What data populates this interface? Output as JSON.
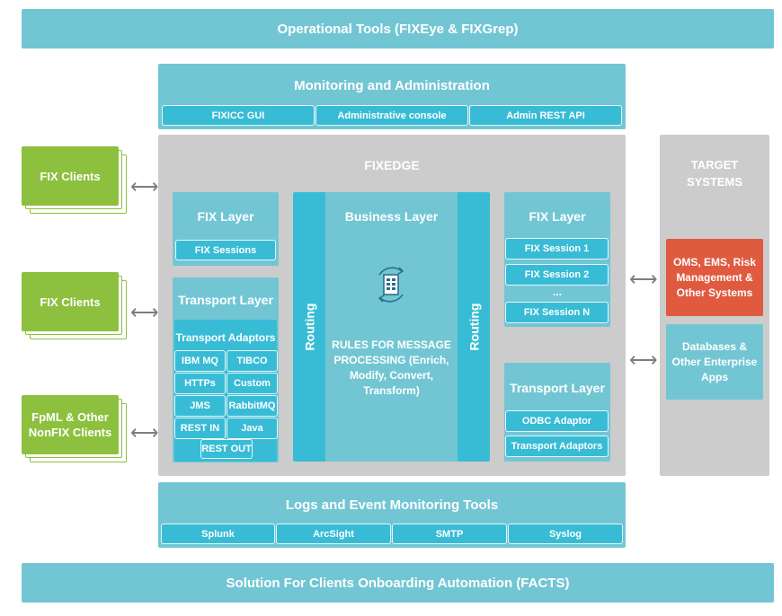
{
  "top_bar": "Operational Tools (FIXEye & FIXGrep)",
  "bottom_bar": "Solution For Clients Onboarding Automation (FACTS)",
  "monitoring": {
    "title": "Monitoring and Administration",
    "items": [
      "FIXICC GUI",
      "Administrative console",
      "Admin REST API"
    ]
  },
  "fixedge": {
    "title": "FIXEDGE"
  },
  "left_fix_layer": {
    "title": "FIX Layer",
    "sessions": "FIX Sessions"
  },
  "left_transport": {
    "title": "Transport Layer",
    "adaptors_title": "Transport Adaptors",
    "adaptors": [
      "IBM MQ",
      "TIBCO",
      "HTTPs",
      "Custom",
      "JMS",
      "RabbitMQ",
      "REST IN",
      "Java",
      "REST OUT"
    ]
  },
  "business": {
    "title": "Business Layer",
    "routing_left": "Routing",
    "routing_right": "Routing",
    "rules": "RULES FOR MESSAGE PROCESSING (Enrich, Modify, Convert, Transform)"
  },
  "right_fix_layer": {
    "title": "FIX Layer",
    "sessions": [
      "FIX Session 1",
      "FIX Session 2",
      "...",
      "FIX Session N"
    ]
  },
  "right_transport": {
    "title": "Transport Layer",
    "items": [
      "ODBC Adaptor",
      "Transport Adaptors"
    ]
  },
  "target": {
    "title": "TARGET SYSTEMS",
    "oms": "OMS, EMS, Risk Management & Other Systems",
    "db": "Databases & Other Enterprise Apps"
  },
  "clients": [
    "FIX Clients",
    "FIX Clients",
    "FpML & Other NonFIX Clients"
  ],
  "logs": {
    "title": "Logs and Event Monitoring Tools",
    "items": [
      "Splunk",
      "ArcSight",
      "SMTP",
      "Syslog"
    ]
  },
  "colors": {
    "teal": "#72c6d4",
    "cyan": "#38bcd6",
    "grey": "#cccccc",
    "green": "#8dc03e",
    "red": "#e05a40"
  },
  "icons": [
    "bidirectional-arrow-icon",
    "server-cycle-icon"
  ]
}
